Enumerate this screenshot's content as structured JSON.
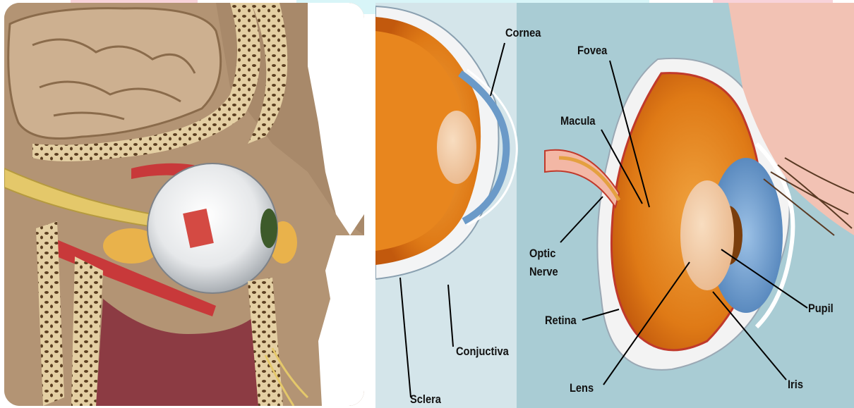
{
  "colors": {
    "background": "#ffffff",
    "accent_stripe_pink": "#f6c7cf",
    "accent_stripe_cyan": "#d4f4f7",
    "diagram_bg": "#a9ccd4",
    "bone": "#e4cfa3",
    "brain": "#cfb494",
    "skin": "#b89a78",
    "sclera": "#f4f4f4",
    "retina_orange": "#e07b18",
    "iris_blue": "#6e9ccf",
    "muscle_red": "#c8393a",
    "nerve_yellow": "#e4c86a"
  },
  "diagram": {
    "labels": {
      "cornea": "Cornea",
      "fovea": "Fovea",
      "macula": "Macula",
      "optic_nerve_line1": "Optic",
      "optic_nerve_line2": "Nerve",
      "retina": "Retina",
      "lens": "Lens",
      "pupil": "Pupil",
      "iris": "Iris",
      "conjuctiva": "Conjuctiva",
      "sclera": "Sclera"
    }
  }
}
